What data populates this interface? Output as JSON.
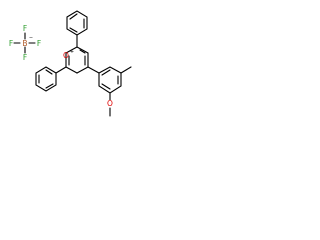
{
  "molecule": {
    "anion": {
      "boron": "B",
      "boron_charge": "−",
      "fluorines": [
        "F",
        "F",
        "F",
        "F"
      ]
    },
    "cation": {
      "ring_oxygen": "O",
      "ring_oxygen_charge": "+",
      "methoxy_oxygen": "O"
    }
  },
  "colors": {
    "bond": "#000000",
    "oxygen": "#e00000",
    "boron": "#b05a28",
    "fluorine": "#2f9e2f"
  }
}
